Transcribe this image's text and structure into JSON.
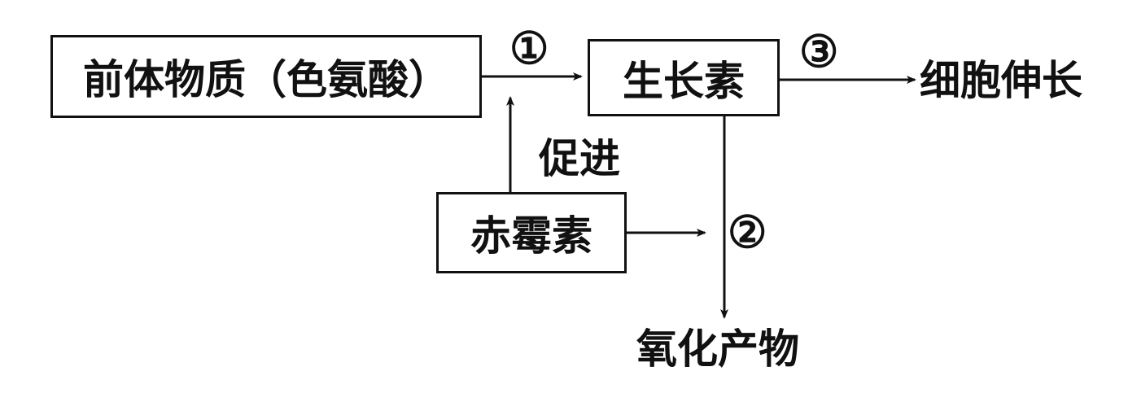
{
  "nodes": {
    "precursor": "前体物质（色氨酸）",
    "auxin": "生长素",
    "gibberellin": "赤霉素",
    "cell_elongation": "细胞伸长",
    "oxidation_product": "氧化产物"
  },
  "edge_labels": {
    "promote": "促进",
    "step1": "①",
    "step2": "②",
    "step3": "③"
  }
}
